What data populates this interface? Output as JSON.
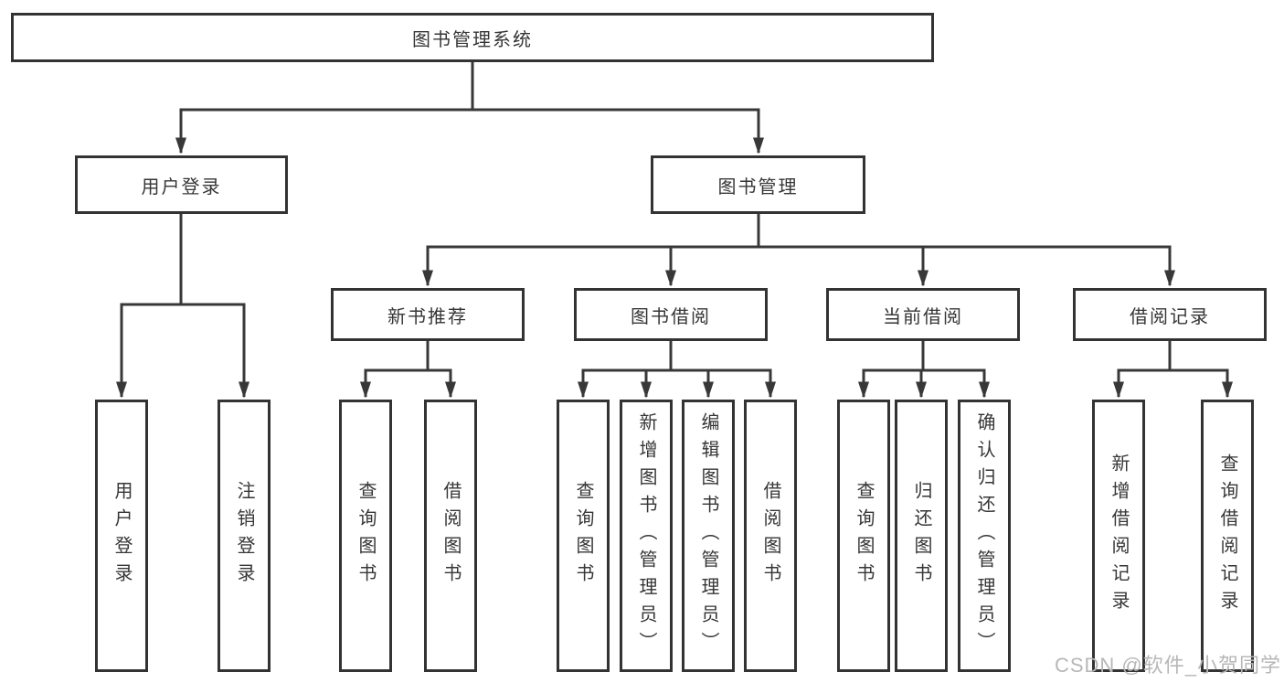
{
  "colors": {
    "line": "#383838",
    "box_border": "#333333",
    "text": "#363636",
    "watermark": "#b7b7b7",
    "background": "#ffffff"
  },
  "watermark": {
    "text": "CSDN @软件_小贺同学"
  },
  "tree": {
    "root": {
      "label": "图书管理系统"
    },
    "branches": [
      {
        "label": "用户登录",
        "children": [
          {
            "label": "用户登录"
          },
          {
            "label": "注销登录"
          }
        ]
      },
      {
        "label": "图书管理",
        "children": [
          {
            "label": "新书推荐",
            "children": [
              {
                "label": "查询图书"
              },
              {
                "label": "借阅图书"
              }
            ]
          },
          {
            "label": "图书借阅",
            "children": [
              {
                "label": "查询图书"
              },
              {
                "label": "新增图书（管理员）"
              },
              {
                "label": "编辑图书（管理员）"
              },
              {
                "label": "借阅图书"
              }
            ]
          },
          {
            "label": "当前借阅",
            "children": [
              {
                "label": "查询图书"
              },
              {
                "label": "归还图书"
              },
              {
                "label": "确认归还（管理员）"
              }
            ]
          },
          {
            "label": "借阅记录",
            "children": [
              {
                "label": "新增借阅记录"
              },
              {
                "label": "查询借阅记录"
              }
            ]
          }
        ]
      }
    ]
  }
}
